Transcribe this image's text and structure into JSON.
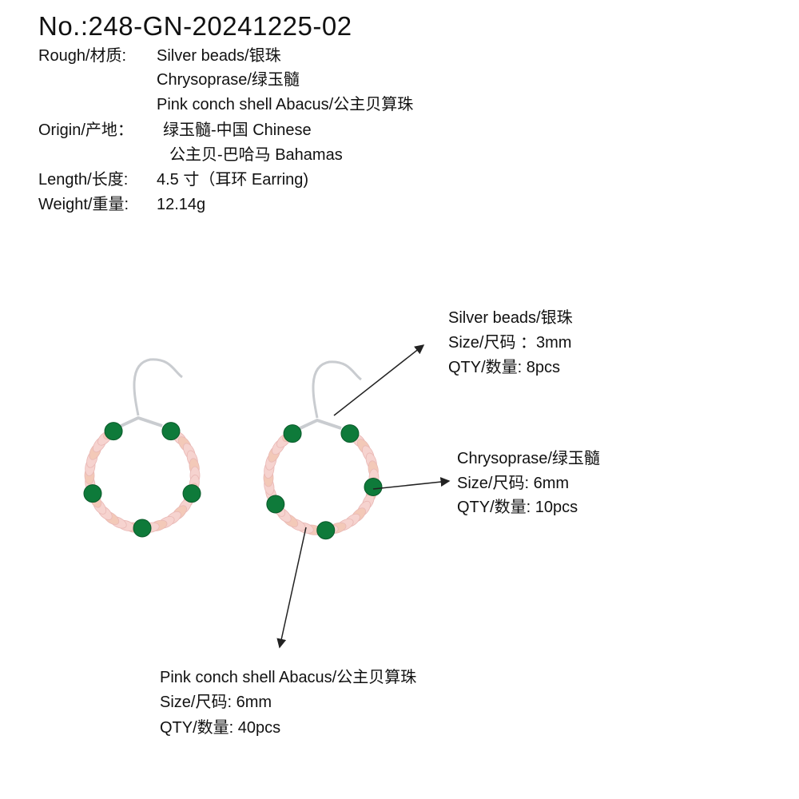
{
  "product_no": "No.:248-GN-20241225-02",
  "specs": {
    "rough_label": "Rough/材质:",
    "rough_values": [
      "Silver beads/银珠",
      "Chrysoprase/绿玉髓",
      "Pink conch shell Abacus/公主贝算珠"
    ],
    "origin_label": "Origin/产地：",
    "origin_values": [
      "绿玉髓-中国 Chinese",
      "公主贝-巴哈马 Bahamas"
    ],
    "length_label": "Length/长度:",
    "length_value": "4.5 寸（耳环 Earring)",
    "weight_label": "Weight/重量:",
    "weight_value": "12.14g"
  },
  "callouts": {
    "silver": {
      "name": "Silver beads/银珠",
      "size": "Size/尺码 ：3mm",
      "qty": "QTY/数量:  8pcs"
    },
    "chrysoprase": {
      "name": "Chrysoprase/绿玉髓",
      "size": "Size/尺码: 6mm",
      "qty": "QTY/数量: 10pcs"
    },
    "pink": {
      "name": "Pink conch shell Abacus/公主贝算珠",
      "size": "Size/尺码: 6mm",
      "qty": "QTY/数量: 40pcs"
    }
  },
  "colors": {
    "green_bead": "#0e7a3a",
    "pink_bead": "#f6d3cf",
    "silver": "#c9ccd0"
  }
}
